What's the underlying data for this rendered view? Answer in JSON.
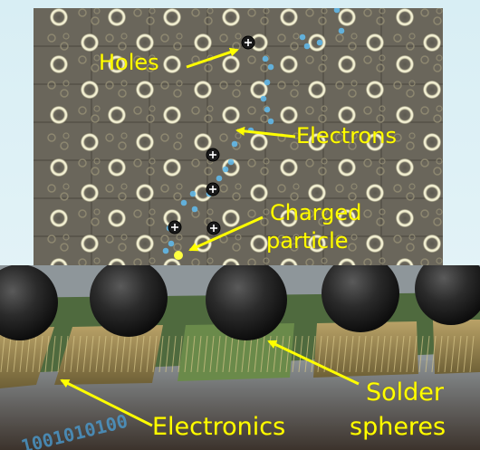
{
  "labels": {
    "holes": "Holes",
    "electrons": "Electrons",
    "charged_line1": "Charged",
    "charged_line2": "particle",
    "electronics": "Electronics",
    "solder_line1": "Solder",
    "solder_line2": "spheres",
    "binary_text": "1001010100"
  },
  "colors": {
    "label": "#ffff00",
    "arrow": "#ffff00",
    "electron": "#62b8e8",
    "hole": "#1a1a1a",
    "sensor_bg": "#6a665b"
  },
  "icons": {
    "hole": "plus-circle-icon",
    "electron": "dot-icon"
  }
}
